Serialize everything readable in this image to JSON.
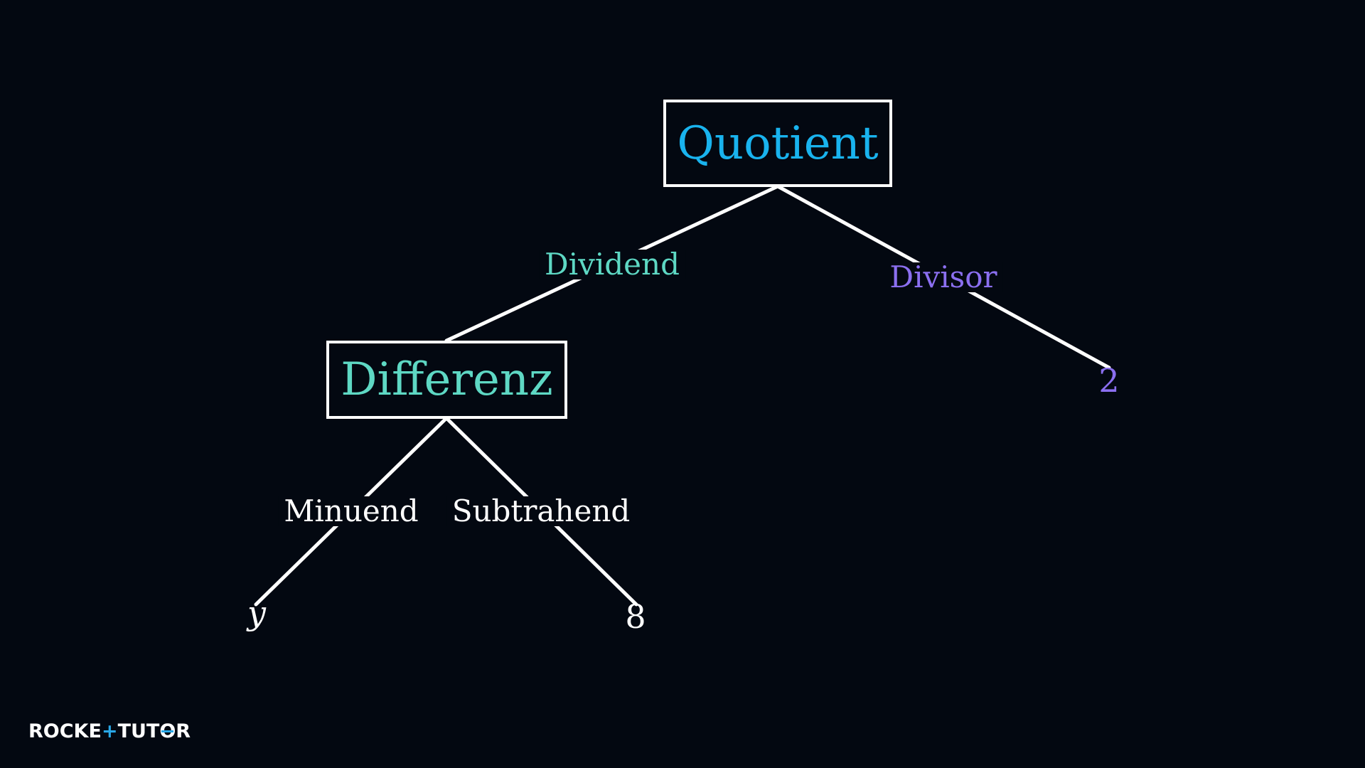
{
  "colors": {
    "background": "#030811",
    "line": "#ffffff",
    "quotient": "#19b3ee",
    "dividend": "#5ed8c4",
    "divisor": "#8b6ff0",
    "neutral": "#ffffff",
    "logo_accent": "#29a8e8"
  },
  "tree": {
    "root": {
      "label": "Quotient",
      "children": {
        "dividend_label": "Dividend",
        "divisor_label": "Divisor"
      }
    },
    "differenz": {
      "label": "Differenz",
      "minuend_label": "Minuend",
      "subtrahend_label": "Subtrahend"
    },
    "leaves": {
      "minuend_value": "y",
      "subtrahend_value": "8",
      "divisor_value": "2"
    }
  },
  "logo": {
    "part1": "ROCKE",
    "plus": "+",
    "part2": "TUT",
    "o": "O",
    "r": "R"
  }
}
